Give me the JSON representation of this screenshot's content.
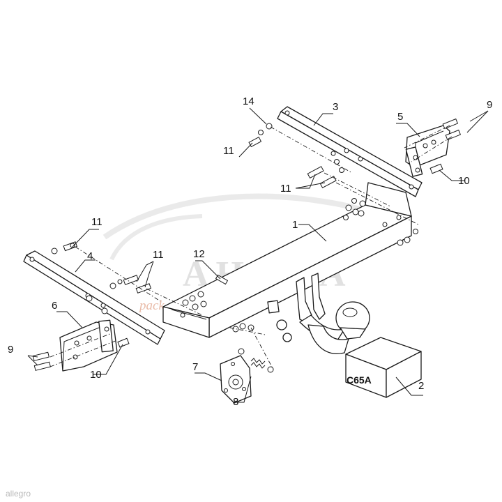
{
  "diagram": {
    "part_box_label": "C65A",
    "callouts": {
      "p1": "1",
      "p2": "2",
      "p3": "3",
      "p4": "4",
      "p5": "5",
      "p6": "6",
      "p7": "7",
      "p8": "8",
      "p9_right": "9",
      "p9_left": "9",
      "p10_right": "10",
      "p10_left": "10",
      "p11_a": "11",
      "p11_b": "11",
      "p11_c": "11",
      "p11_d": "11",
      "p12": "12",
      "p14": "14"
    }
  },
  "watermark": {
    "brand": "AHAKA",
    "tagline": "pack and travel"
  },
  "credit": "allegro"
}
